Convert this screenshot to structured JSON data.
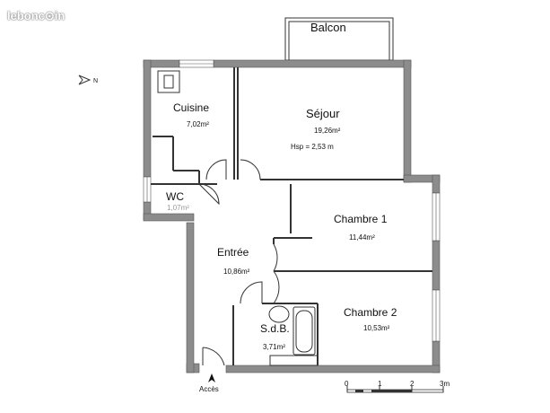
{
  "watermark": "lebonc⊙in",
  "north_label": "N",
  "rooms": {
    "balcon": {
      "name": "Balcon"
    },
    "cuisine": {
      "name": "Cuisine",
      "area": "7,02m²"
    },
    "sejour": {
      "name": "Séjour",
      "area": "19,26m²",
      "note": "Hsp = 2,53 m"
    },
    "wc": {
      "name": "WC",
      "area": "1,07m²"
    },
    "chambre1": {
      "name": "Chambre 1",
      "area": "11,44m²"
    },
    "entree": {
      "name": "Entrée",
      "area": "10,86m²"
    },
    "sdb": {
      "name": "S.d.B.",
      "area": "3,71m²"
    },
    "chambre2": {
      "name": "Chambre 2",
      "area": "10,53m²"
    }
  },
  "access_label": "Accès",
  "scale": {
    "ticks": [
      "0",
      "1",
      "2",
      "3m"
    ]
  },
  "colors": {
    "wall": "#8c8c8c",
    "line": "#333333"
  }
}
